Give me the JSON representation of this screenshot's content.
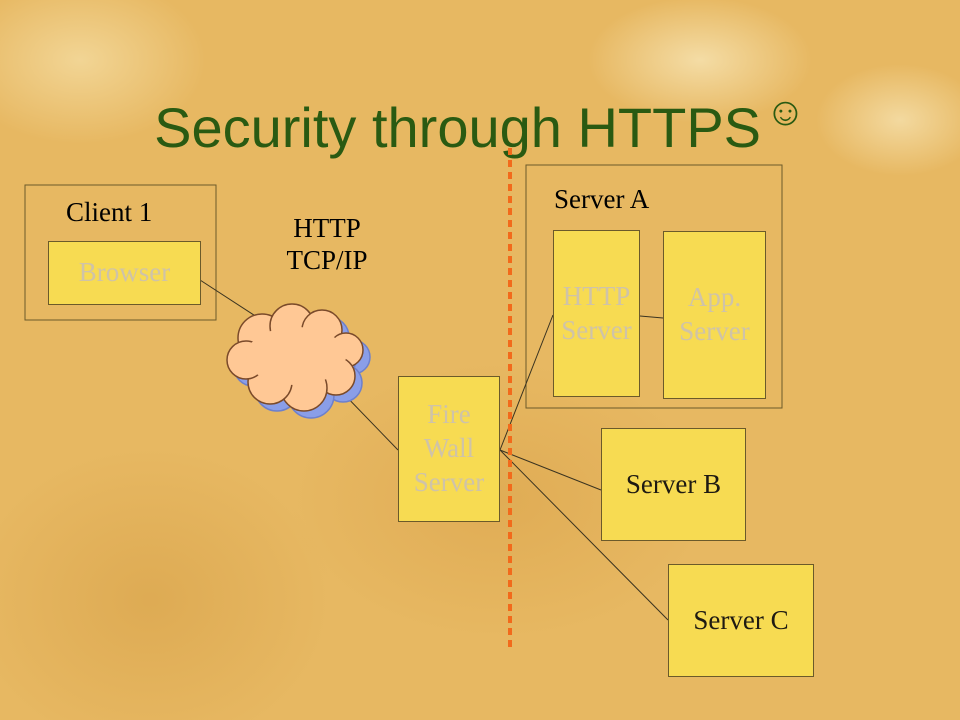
{
  "slide": {
    "title": "Security through HTTPS",
    "title_emoji": "☺"
  },
  "client": {
    "label": "Client 1",
    "browser": "Browser"
  },
  "protocol": {
    "line1": "HTTP",
    "line2": "TCP/IP"
  },
  "firewall": {
    "label": "Fire\nWall\nServer"
  },
  "server_a": {
    "label": "Server A",
    "http_server": "HTTP\nServer",
    "app_server": "App.\nServer"
  },
  "server_b": {
    "label": "Server B"
  },
  "server_c": {
    "label": "Server C"
  },
  "colors": {
    "title": "#2a5a12",
    "box_fill": "#f7db52",
    "cloud_fill": "#ffc895",
    "cloud_shadow": "#8a9ee8",
    "boundary_line": "#f26a1b"
  }
}
